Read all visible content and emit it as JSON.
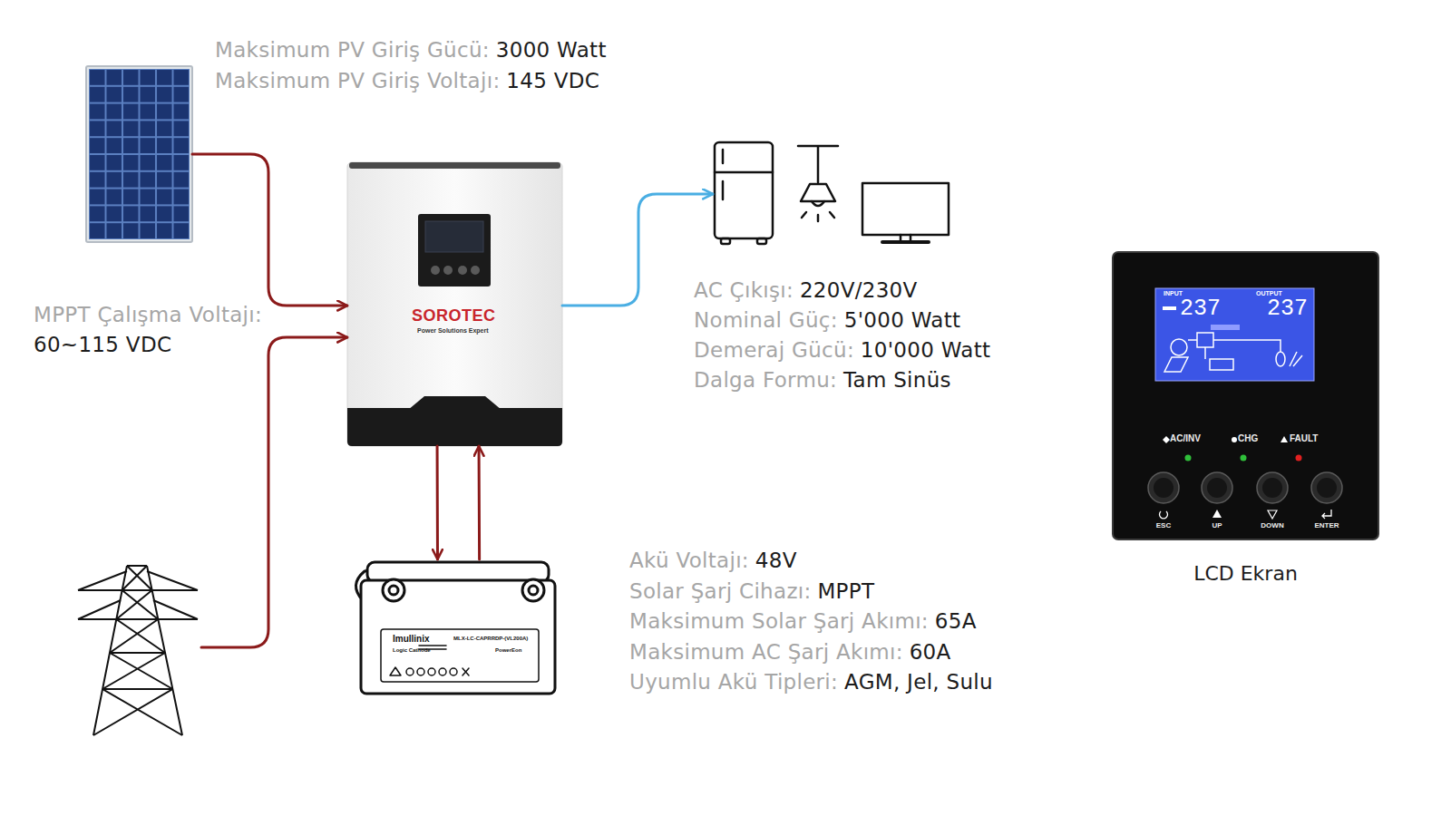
{
  "diagram": {
    "nodes": [
      {
        "text": [
          "Maksimum PV Giriş Gücü:",
          "3000 Watt",
          "Maksimum PV Giriş Voltajı:",
          "145 VDC"
        ]
      },
      {
        "text": []
      },
      {
        "text": [
          "SOROTEC",
          "Power Solutions Expert"
        ]
      },
      {
        "text": [
          "AC Çıkışı:",
          "220V/230V",
          "Nominal Güç:",
          "5'000 Watt",
          "Demeraj Gücü:",
          "10'000 Watt",
          "Dalga Formu:",
          "Tam Sinüs"
        ]
      },
      {
        "text": [
          "Imullinix",
          "MLX-LC-CAPRRDP-(VL200A)",
          "Logic Cathode",
          "PowerEon",
          "Akü Voltajı:",
          "48V",
          "Solar Şarj Cihazı:",
          "MPPT",
          "Maksimum Solar Şarj Akımı:",
          "65A",
          "Maksimum AC Şarj Akımı:",
          "60A",
          "Uyumlu Akü Tipleri:",
          "AGM, Jel, Sulu"
        ]
      },
      {
        "text": [
          "INPUT",
          "237",
          "OUTPUT",
          "237",
          "AC/INV",
          "CHG",
          "FAULT",
          "ESC",
          "UP",
          "DOWN",
          "ENTER",
          "LCD Ekran"
        ]
      }
    ],
    "edges": [
      {
        "from": 0,
        "to": 2,
        "arrow": "to"
      },
      {
        "from": 1,
        "to": 2,
        "arrow": "to"
      },
      {
        "from": 2,
        "to": 3,
        "arrow": "to"
      },
      {
        "from": 2,
        "to": 4,
        "arrow": "to"
      },
      {
        "from": 4,
        "to": 2,
        "arrow": "to"
      }
    ],
    "labels": [
      "MPPT Çalışma Voltajı:",
      "60~115 VDC"
    ]
  }
}
